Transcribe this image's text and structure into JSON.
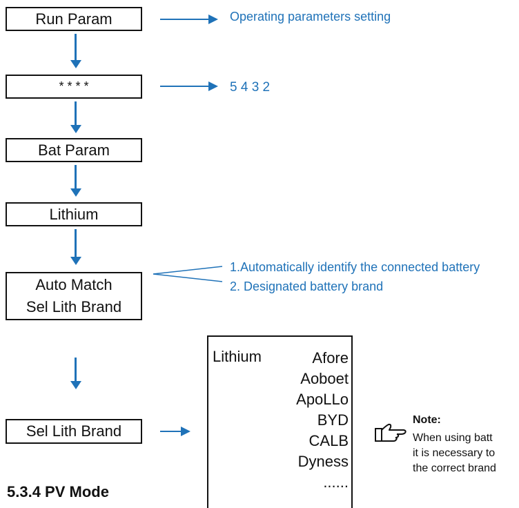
{
  "flow": {
    "run_param": "Run Param",
    "password": "* * * *",
    "bat_param": "Bat Param",
    "lithium": "Lithium",
    "auto_match": "Auto Match",
    "sel_lith_brand_a": "Sel Lith Brand",
    "sel_lith_brand_b": "Sel Lith Brand"
  },
  "annotations": {
    "run_param_desc": "Operating parameters setting",
    "password_desc": "5  4  3  2",
    "option_1": "1.Automatically identify the connected battery",
    "option_2": "2. Designated battery brand"
  },
  "brand_list": {
    "label": "Lithium",
    "brands": [
      "Afore",
      "Aoboet",
      "ApoLLo",
      "BYD",
      "CALB",
      "Dyness",
      "......"
    ]
  },
  "note": {
    "title": "Note:",
    "line_1": "When using batt",
    "line_2": "it is necessary to",
    "line_3": "the correct brand"
  },
  "section": {
    "title": "5.3.4 PV Mode"
  },
  "colors": {
    "accent": "#1f72b8",
    "border": "#111111"
  },
  "icons": {
    "note_icon": "pointing-hand-icon"
  }
}
